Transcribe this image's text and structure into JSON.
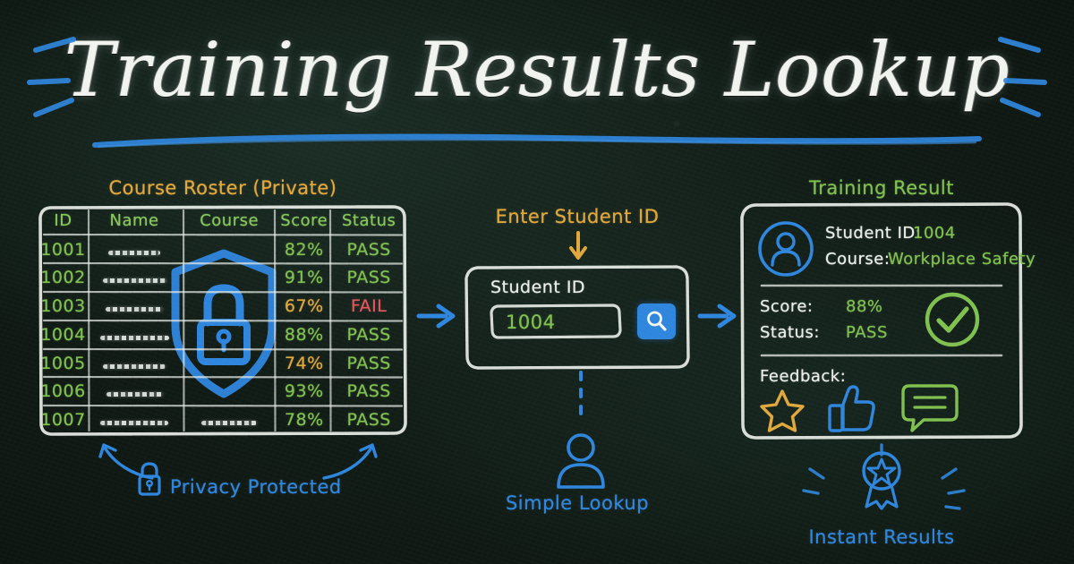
{
  "board": {
    "title": "Training Results Lookup",
    "background_color": "#121d17",
    "accent_blue": "#2f86dd",
    "accent_green": "#7fc04f",
    "accent_gold": "#e0a83c",
    "accent_red": "#e2565c",
    "chalk_white": "#e9eee8"
  },
  "roster": {
    "caption": "Course Roster (Private)",
    "columns": [
      "ID",
      "Name",
      "Course",
      "Score",
      "Status"
    ],
    "rows": [
      {
        "id": "1001",
        "name": "",
        "course": "",
        "score": "82%",
        "status": "PASS",
        "score_color": "#7fc04f",
        "status_color": "#7fc04f",
        "name_redacted": true,
        "course_redacted": false
      },
      {
        "id": "1002",
        "name": "",
        "course": "",
        "score": "91%",
        "status": "PASS",
        "score_color": "#7fc04f",
        "status_color": "#7fc04f",
        "name_redacted": true,
        "course_redacted": false
      },
      {
        "id": "1003",
        "name": "",
        "course": "",
        "score": "67%",
        "status": "FAIL",
        "score_color": "#e0a83c",
        "status_color": "#e2565c",
        "name_redacted": true,
        "course_redacted": false
      },
      {
        "id": "1004",
        "name": "",
        "course": "",
        "score": "88%",
        "status": "PASS",
        "score_color": "#7fc04f",
        "status_color": "#7fc04f",
        "name_redacted": true,
        "course_redacted": false
      },
      {
        "id": "1005",
        "name": "",
        "course": "",
        "score": "74%",
        "status": "PASS",
        "score_color": "#e0a83c",
        "status_color": "#7fc04f",
        "name_redacted": true,
        "course_redacted": false
      },
      {
        "id": "1006",
        "name": "",
        "course": "",
        "score": "93%",
        "status": "PASS",
        "score_color": "#7fc04f",
        "status_color": "#7fc04f",
        "name_redacted": true,
        "course_redacted": false
      },
      {
        "id": "1007",
        "name": "",
        "course": "",
        "score": "78%",
        "status": "PASS",
        "score_color": "#7fc04f",
        "status_color": "#7fc04f",
        "name_redacted": true,
        "course_redacted": true
      }
    ],
    "overlay_icon": "shield-lock-icon",
    "footer_label": "Privacy Protected",
    "footer_icon": "padlock-icon"
  },
  "lookup": {
    "caption": "Enter Student ID",
    "arrow_icon": "arrow-down-icon",
    "field_label": "Student ID",
    "field_value": "1004",
    "field_placeholder": "Student ID",
    "search_icon": "magnifier-icon",
    "footer_label": "Simple Lookup",
    "footer_icon": "person-icon"
  },
  "result": {
    "caption": "Training Result",
    "avatar_icon": "user-circle-icon",
    "identity": [
      {
        "label": "Student ID:",
        "value": "1004"
      },
      {
        "label": "Course:",
        "value": "Workplace Safety"
      }
    ],
    "metrics": [
      {
        "label": "Score:",
        "value": "88%"
      },
      {
        "label": "Status:",
        "value": "PASS"
      }
    ],
    "status_icon": "check-circle-icon",
    "feedback_label": "Feedback:",
    "feedback_icons": [
      {
        "name": "star-icon",
        "color": "#e0a83c"
      },
      {
        "name": "thumbs-up-icon",
        "color": "#2f86dd"
      },
      {
        "name": "comment-bubble-icon",
        "color": "#7fc04f"
      }
    ],
    "footer_label": "Instant Results",
    "footer_icon": "award-ribbon-icon"
  },
  "connectors": {
    "left_arrow": "arrow-right-icon",
    "right_arrow": "arrow-right-icon"
  }
}
